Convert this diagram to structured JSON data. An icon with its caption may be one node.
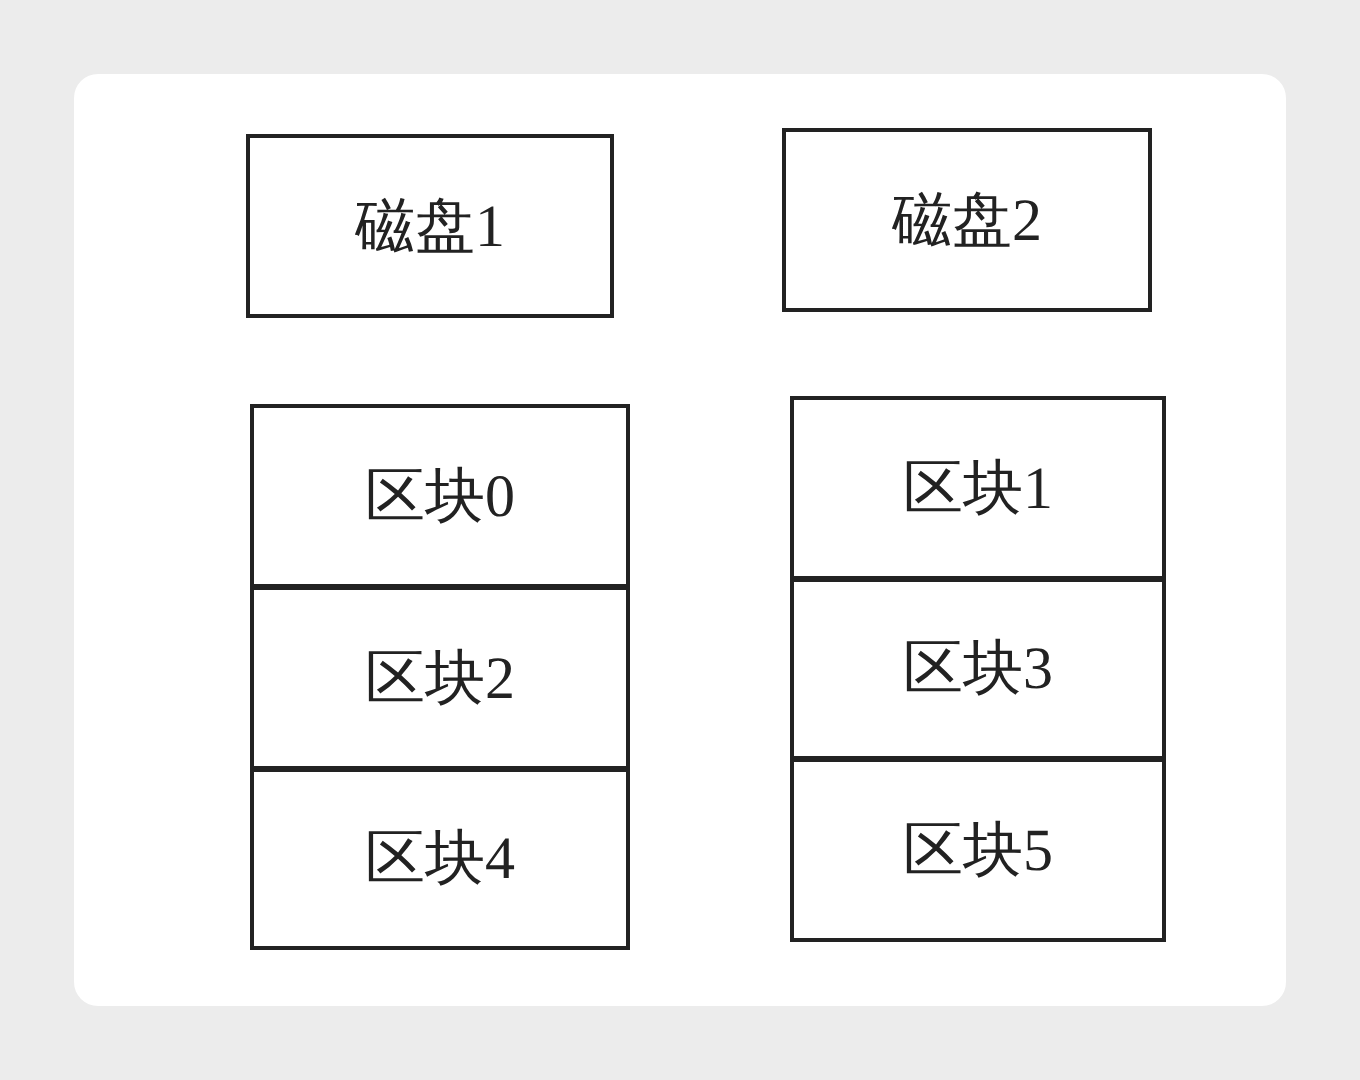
{
  "diagram": {
    "nodes": [
      {
        "text": [
          "磁盘1"
        ]
      },
      {
        "text": [
          "磁盘2"
        ]
      },
      {
        "text": [
          "区块0"
        ]
      },
      {
        "text": [
          "区块1"
        ]
      },
      {
        "text": [
          "区块2"
        ]
      },
      {
        "text": [
          "区块3"
        ]
      },
      {
        "text": [
          "区块4"
        ]
      },
      {
        "text": [
          "区块5"
        ]
      }
    ]
  }
}
